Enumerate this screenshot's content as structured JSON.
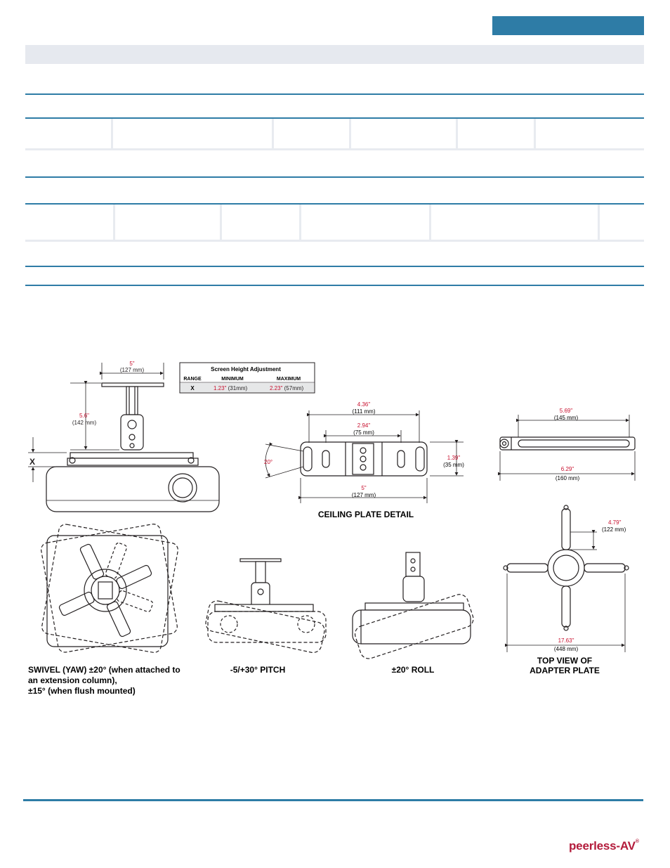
{
  "brand": {
    "logo_text": "peerless-AV",
    "trademark": "®"
  },
  "dimensions": {
    "side_top_width": {
      "in": "5\"",
      "mm": "(127 mm)"
    },
    "side_height": {
      "in": "5.6\"",
      "mm": "(142 mm)"
    },
    "x_label": "X",
    "plate_outer_width": {
      "in": "4.36\"",
      "mm": "(111 mm)"
    },
    "plate_inner_width": {
      "in": "2.94\"",
      "mm": "(75 mm)"
    },
    "plate_angle": "20°",
    "plate_height": {
      "in": "1.39\"",
      "mm": "(35 mm)"
    },
    "plate_total_width": {
      "in": "5\"",
      "mm": "(127 mm)"
    },
    "arm_slot": {
      "in": "5.69\"",
      "mm": "(145 mm)"
    },
    "arm_total": {
      "in": "6.29\"",
      "mm": "(160 mm)"
    },
    "adapter_arm": {
      "in": "4.79\"",
      "mm": "(122 mm)"
    },
    "adapter_span": {
      "in": "17.63\"",
      "mm": "(448 mm)"
    }
  },
  "screen_height_table": {
    "title": "Screen Height Adjustment",
    "headers": [
      "RANGE",
      "MINIMUM",
      "MAXIMUM"
    ],
    "row": {
      "range": "X",
      "min_in": "1.23\"",
      "min_mm": " (31mm)",
      "max_in": "2.23\"",
      "max_mm": " (57mm)"
    }
  },
  "captions": {
    "ceiling_plate": "CEILING PLATE DETAIL",
    "swivel_line1": "SWIVEL (YAW) ±20° (when attached to",
    "swivel_line2": "an extension column),",
    "swivel_line3": "±15° (when flush mounted)",
    "pitch": "-5/+30° PITCH",
    "roll": "±20° ROLL",
    "top_view_line1": "TOP VIEW OF",
    "top_view_line2": "ADAPTER PLATE"
  },
  "colors": {
    "accent_blue": "#2e7ca6",
    "dimension_red": "#c8102e",
    "band_grey": "#e6e9ef"
  }
}
